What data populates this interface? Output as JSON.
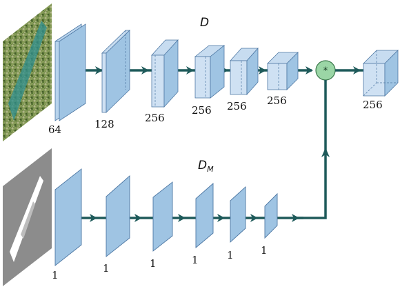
{
  "branch_top": {
    "title": "D",
    "channels": [
      "64",
      "128",
      "256",
      "256",
      "256",
      "256"
    ],
    "output_channels": "256"
  },
  "branch_bottom": {
    "title": "D",
    "title_subscript": "M",
    "channels": [
      "1",
      "1",
      "1",
      "1",
      "1",
      "1"
    ]
  },
  "merge_symbol": "*",
  "colors": {
    "arrow": "#1e5a5a",
    "block_front": "#9fc4e3",
    "block_side": "#6f99c4",
    "block_top": "#c7dcf0",
    "block_light": "#cfe1f3",
    "merge_fill": "#9bd6a6",
    "merge_stroke": "#3d7a4d",
    "mask_bg": "#8c8c8c"
  }
}
